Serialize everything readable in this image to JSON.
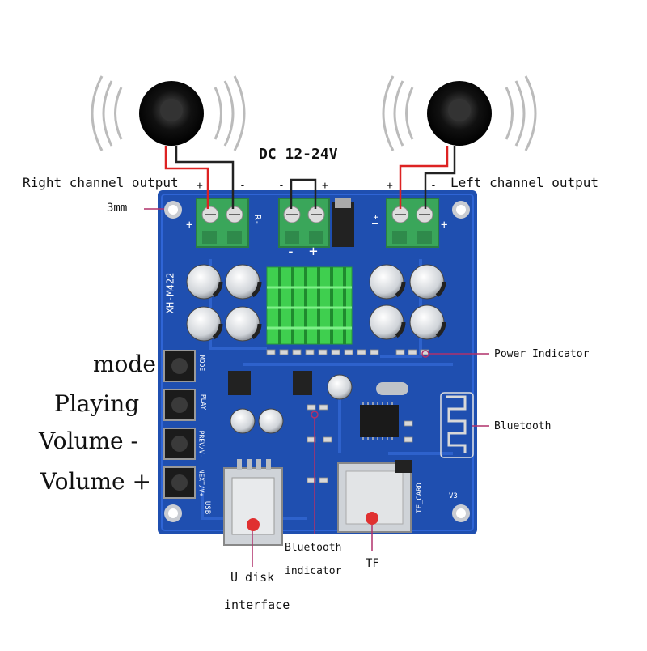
{
  "title": "DC 12-24V",
  "board_model": "XH-M422",
  "outputs": {
    "right": "Right channel output",
    "left": "Left channel output",
    "plus": "+",
    "minus": "-"
  },
  "mount_hole": "3mm",
  "buttons": [
    "mode",
    "Playing",
    "Volume -",
    "Volume +"
  ],
  "callouts": {
    "power_indicator": "Power Indicator",
    "bluetooth": "Bluetooth",
    "bluetooth_indicator_line1": "Bluetooth",
    "bluetooth_indicator_line2": "indicator",
    "tf": "TF",
    "usb_line1": "U disk",
    "usb_line2": "interface"
  },
  "silkscreen": {
    "usb": "USB",
    "tf_card": "TF_CARD",
    "mode": "MODE",
    "play": "PLAY",
    "prev": "PREV/V-",
    "next": "NEXT/V+",
    "right_mark": "R-",
    "left_mark": "L+",
    "version": "V3"
  },
  "colors": {
    "pcb": "#1f4fb0",
    "terminal": "#3aa65a",
    "heatsink": "#3fcf4f",
    "wire_red": "#d22",
    "callout_dot": "#e03030",
    "callout_line": "#b0306a"
  }
}
